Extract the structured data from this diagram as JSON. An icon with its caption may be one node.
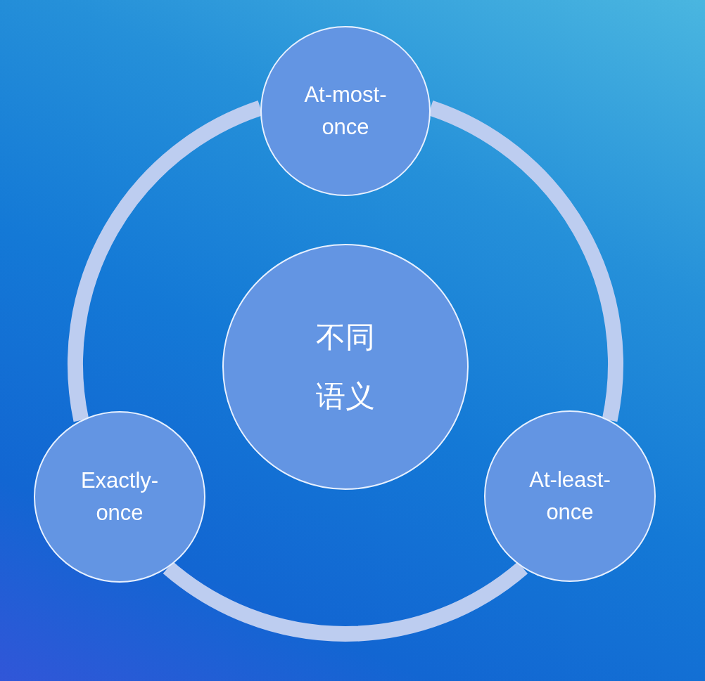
{
  "diagram": {
    "nodes": [
      {
        "text": [
          "At-most-once"
        ]
      },
      {
        "text": [
          "不同语义"
        ]
      },
      {
        "text": [
          "Exactly-once"
        ]
      },
      {
        "text": [
          "At-least-once"
        ]
      }
    ],
    "edges": [
      {
        "from": 0,
        "to": 3,
        "arrow": "none"
      },
      {
        "from": 3,
        "to": 2,
        "arrow": "none"
      },
      {
        "from": 2,
        "to": 0,
        "arrow": "none"
      }
    ]
  }
}
